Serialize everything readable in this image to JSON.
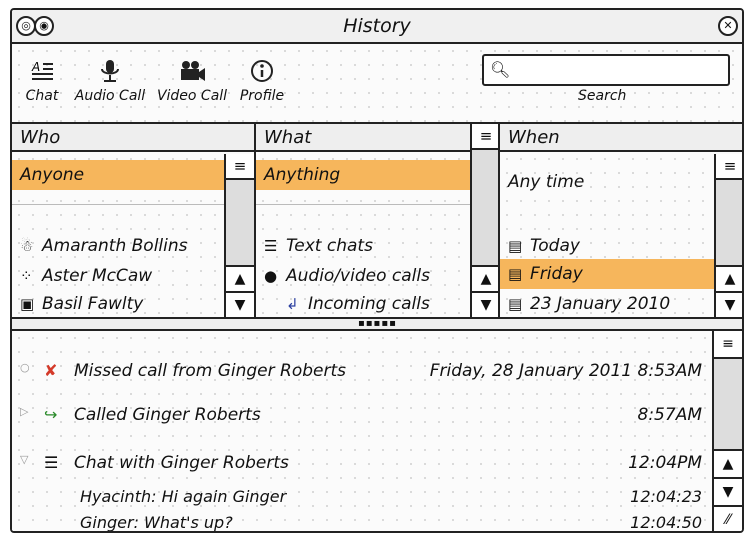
{
  "window": {
    "title": "History"
  },
  "toolbar": {
    "buttons": [
      {
        "label": "Chat",
        "icon": "chat-lines-icon"
      },
      {
        "label": "Audio Call",
        "icon": "microphone-icon"
      },
      {
        "label": "Video Call",
        "icon": "video-camera-icon"
      },
      {
        "label": "Profile",
        "icon": "info-icon"
      }
    ],
    "search": {
      "value": "",
      "label": "Search"
    }
  },
  "filters": {
    "who": {
      "header": "Who",
      "selected": "Anyone",
      "items": [
        {
          "label": "Amaranth Bollins",
          "icon": "person-icon"
        },
        {
          "label": "Aster McCaw",
          "icon": "dots-person-icon"
        },
        {
          "label": "Basil Fawlty",
          "icon": "contact-card-icon"
        }
      ]
    },
    "what": {
      "header": "What",
      "selected": "Anything",
      "items": [
        {
          "label": "Text chats",
          "icon": "chat-lines-icon"
        },
        {
          "label": "Audio/video calls",
          "icon": "speech-bubble-icon"
        },
        {
          "label": "Incoming calls",
          "icon": "incoming-call-icon"
        }
      ]
    },
    "when": {
      "header": "When",
      "items": [
        {
          "label": "Any time",
          "icon": ""
        },
        {
          "label": "Today",
          "icon": "calendar-icon"
        },
        {
          "label": "Friday",
          "icon": "calendar-icon",
          "selected": true
        },
        {
          "label": "23 January 2010",
          "icon": "calendar-icon"
        }
      ]
    }
  },
  "log": {
    "entries": [
      {
        "icon": "missed-call-icon",
        "text": "Missed call from Ginger Roberts",
        "time": "Friday, 28 January 2011  8:53AM",
        "icon_color": "#d43a2a"
      },
      {
        "icon": "outgoing-call-icon",
        "text": "Called Ginger Roberts",
        "time": "8:57AM",
        "icon_color": "#2a8a2a"
      },
      {
        "icon": "chat-lines-icon",
        "text": "Chat with Ginger Roberts",
        "time": "12:04PM",
        "messages": [
          {
            "text": "Hyacinth: Hi again Ginger",
            "time": "12:04:23"
          },
          {
            "text": "Ginger: What's up?",
            "time": "12:04:50"
          }
        ]
      }
    ]
  },
  "colors": {
    "selection": "#f6b65c",
    "border": "#222222"
  }
}
